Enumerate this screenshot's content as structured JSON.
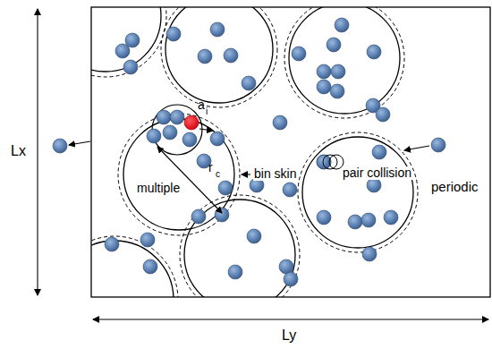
{
  "diagram": {
    "labels": [
      "Lx",
      "Ly",
      "multiple",
      "a",
      "i",
      "r",
      "c",
      "bin skin",
      "pair collision",
      "periodic"
    ]
  }
}
